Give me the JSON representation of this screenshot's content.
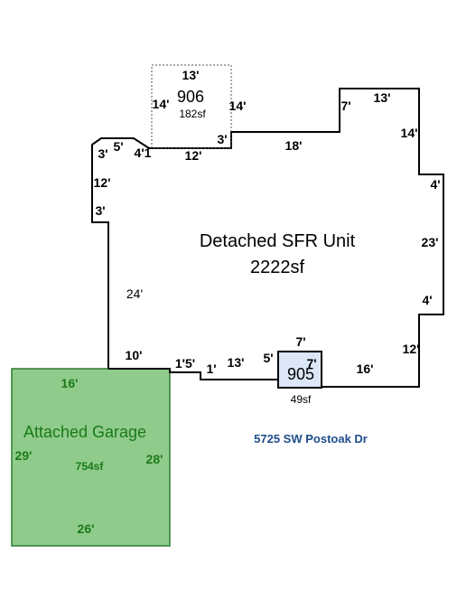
{
  "main_unit": {
    "name": "Detached SFR Unit",
    "area": "2222sf"
  },
  "room_906": {
    "number": "906",
    "area": "182sf"
  },
  "room_905": {
    "number": "905",
    "area": "49sf"
  },
  "garage": {
    "name": "Attached Garage",
    "area": "754sf"
  },
  "address": "5725 SW Postoak Dr",
  "dims": {
    "r906_top": "13'",
    "r906_left": "14'",
    "r906_right": "14'",
    "d3_a": "3'",
    "d12_a": "12'",
    "d18": "18'",
    "d7_a": "7'",
    "d13_a": "13'",
    "d14_a": "14'",
    "d4_a": "4'",
    "d23": "23'",
    "d4_b": "4'",
    "d12_b": "12'",
    "d16_a": "16'",
    "r905_top": "7'",
    "r905_in": "7'",
    "d5_a": "5'",
    "d13_b": "13'",
    "d1_a": "1'",
    "d1_5": "1'5'",
    "d10": "10'",
    "d24": "24'",
    "d3_b": "3'",
    "d12_c": "12'",
    "d3_c": "3'",
    "d5_b": "5'",
    "d4_1": "4'1"
  },
  "garage_dims": {
    "top": "16'",
    "left": "29'",
    "right": "28'",
    "bottom": "26'"
  },
  "colors": {
    "garage_fill": "#8fcb8a",
    "garage_stroke": "#2e7d32",
    "room905_fill": "#dbe7f7",
    "garage_text": "#1a7a1a",
    "address_text": "#1f4e8c"
  }
}
